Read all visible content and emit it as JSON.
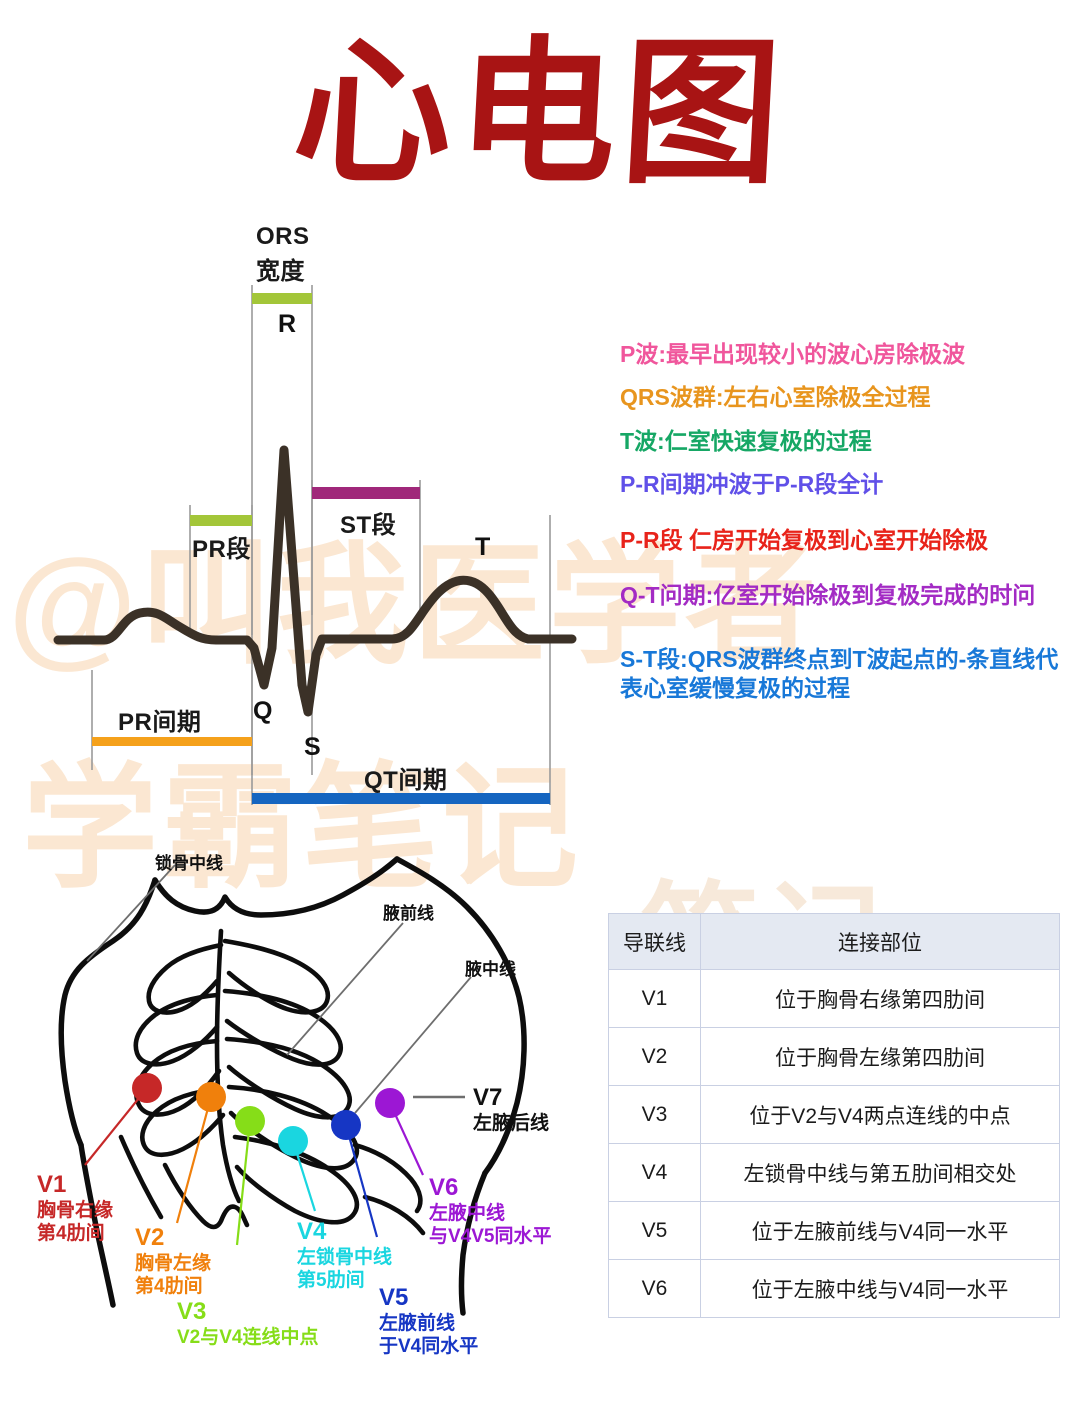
{
  "title": "心电图",
  "watermark": {
    "line1": "@叫我医学者",
    "line2": "学霸笔记",
    "line3": "笔记"
  },
  "ecg_diagram": {
    "qrs_width_label_line1": "ORS",
    "qrs_width_label_line2": "宽度",
    "pr_segment_label": "PR段",
    "st_segment_label": "ST段",
    "pr_interval_label": "PR间期",
    "qt_interval_label": "QT间期",
    "wave_r": "R",
    "wave_q": "Q",
    "wave_s": "S",
    "wave_t": "T",
    "colors": {
      "qrs_bar": "#a3c639",
      "pr_segment_bar": "#a3c639",
      "st_segment_bar": "#a0287a",
      "pr_interval_bar": "#f5a11b",
      "qt_interval_bar": "#1565c0",
      "trace": "#3b3127",
      "caliper": "#9a9a9a"
    }
  },
  "legend": {
    "items": [
      {
        "text": "P波:最早出现较小的波心房除极波",
        "color": "#f0569c",
        "gap": "lg-gap-s"
      },
      {
        "text": "QRS波群:左右心室除极全过程",
        "color": "#e8951e",
        "gap": "lg-gap-s"
      },
      {
        "text": "T波:仁室快速复极的过程",
        "color": "#16a765",
        "gap": "lg-gap-s"
      },
      {
        "text": "P-R间期冲波于P-R段全计",
        "color": "#6050e8",
        "gap": "lg-gap-m"
      },
      {
        "text": "P-R段 仁房开始复极到心室开始除极",
        "color": "#e8231a",
        "gap": "lg-gap-m"
      },
      {
        "text": "Q-T问期:亿室开始除极到复极完成的时问",
        "color": "#a32bc4",
        "gap": "lg-gap-l"
      },
      {
        "text": "S-T段:QRS波群终点到T波起点的-条直线代表心室缓慢复极的过程",
        "color": "#1878d8",
        "gap": ""
      }
    ]
  },
  "torso": {
    "anatomy_lines": [
      {
        "name": "midclavicular",
        "label": "锁骨中线"
      },
      {
        "name": "anterior-axillary",
        "label": "腋前线"
      },
      {
        "name": "midaxillary",
        "label": "腋中线"
      }
    ],
    "v7": {
      "code": "V7",
      "desc": "左腋后线",
      "color": "#111111"
    },
    "electrodes": [
      {
        "code": "V1",
        "desc_line1": "胸骨右缘",
        "desc_line2": "第4肋间",
        "color": "#c62828",
        "dot": "#c62828"
      },
      {
        "code": "V2",
        "desc_line1": "胸骨左缘",
        "desc_line2": "第4肋间",
        "color": "#f0800c",
        "dot": "#f0800c"
      },
      {
        "code": "V3",
        "desc_line1": "V2与V4连线中点",
        "desc_line2": "",
        "color": "#86dd18",
        "dot": "#86dd18"
      },
      {
        "code": "V4",
        "desc_line1": "左锁骨中线",
        "desc_line2": "第5肋间",
        "color": "#1ad6e0",
        "dot": "#1ad6e0"
      },
      {
        "code": "V5",
        "desc_line1": "左腋前线",
        "desc_line2": "于V4同水平",
        "color": "#1636c4",
        "dot": "#1636c4"
      },
      {
        "code": "V6",
        "desc_line1": "左腋中线",
        "desc_line2": "与V4V5同水平",
        "color": "#9c17d4",
        "dot": "#9c17d4"
      }
    ]
  },
  "lead_table": {
    "headers": [
      "导联线",
      "连接部位"
    ],
    "rows": [
      {
        "lead": "V1",
        "site": "位于胸骨右缘第四肋间"
      },
      {
        "lead": "V2",
        "site": "位于胸骨左缘第四肋间"
      },
      {
        "lead": "V3",
        "site": "位于V2与V4两点连线的中点"
      },
      {
        "lead": "V4",
        "site": "左锁骨中线与第五肋间相交处"
      },
      {
        "lead": "V5",
        "site": "位于左腋前线与V4同一水平"
      },
      {
        "lead": "V6",
        "site": "位于左腋中线与V4同一水平"
      }
    ]
  }
}
